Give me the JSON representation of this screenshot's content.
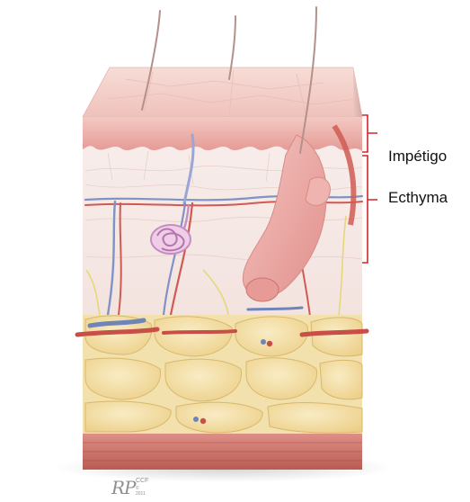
{
  "labels": {
    "impetigo": "Impétigo",
    "ecthyma": "Ecthyma"
  },
  "signature": {
    "initials": "RP",
    "org": "CCF",
    "year": "© 2011"
  },
  "colors": {
    "bracket": "#d0262a",
    "epidermis": "#f0b9b4",
    "dermis": "#f7ecea",
    "fat": "#f3dca0",
    "muscle": "#c86c62",
    "artery": "#c84f47",
    "vein": "#6f84b8",
    "nerve": "#e8dc7c"
  }
}
